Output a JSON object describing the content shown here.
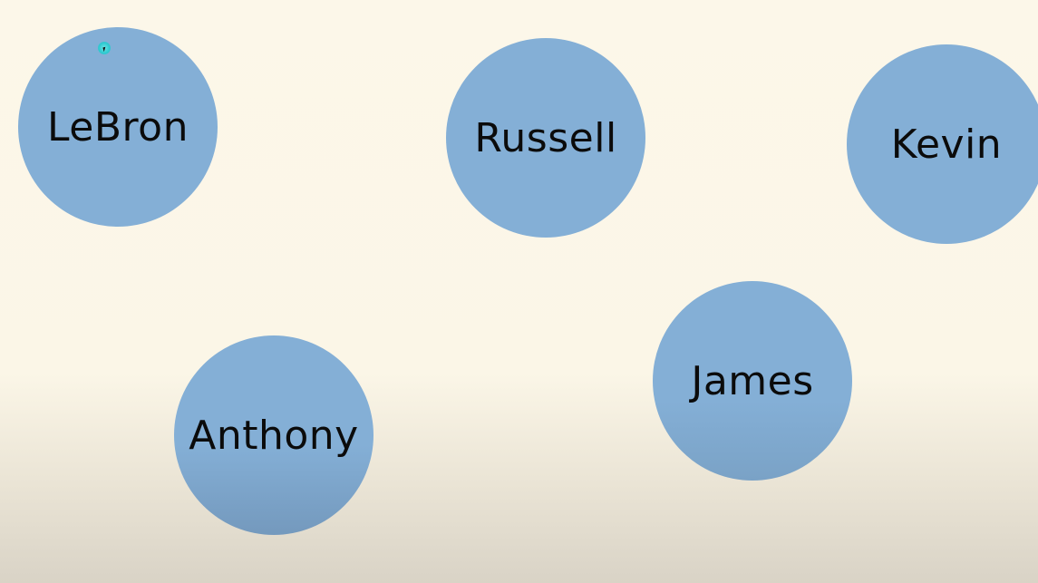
{
  "diagram": {
    "nodes": [
      {
        "id": "lebron",
        "label": "LeBron"
      },
      {
        "id": "russell",
        "label": "Russell"
      },
      {
        "id": "kevin",
        "label": "Kevin"
      },
      {
        "id": "james",
        "label": "James"
      },
      {
        "id": "anthony",
        "label": "Anthony"
      }
    ],
    "colors": {
      "node_fill": "#84afd6",
      "background": "#fcf7e9",
      "text": "#0b0b0b",
      "cursor": "#2cc9cf"
    }
  },
  "cursor": {
    "icon": "pointer-cursor-icon"
  }
}
